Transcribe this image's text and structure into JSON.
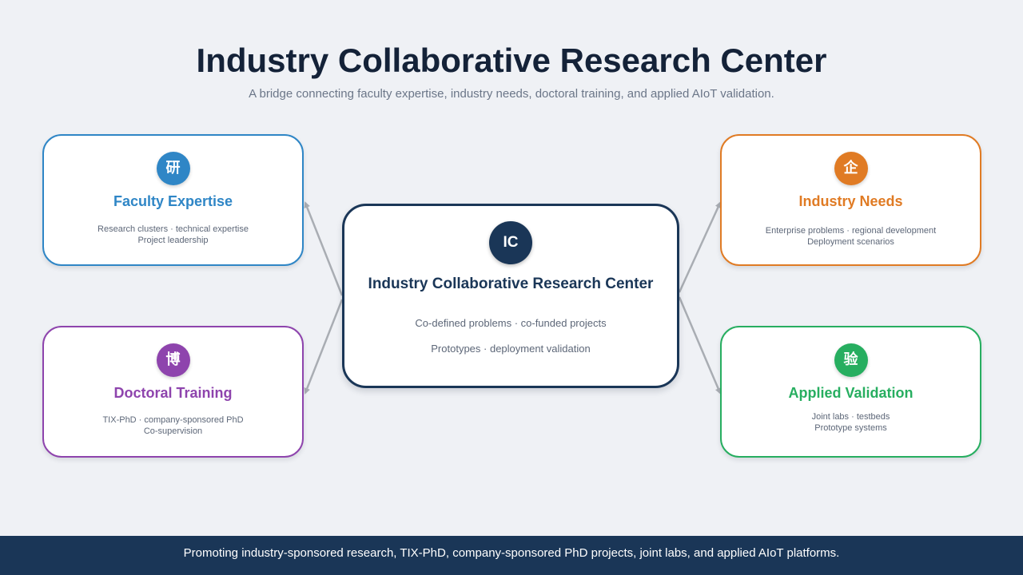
{
  "header": {
    "title": "Industry Collaborative Research Center",
    "subtitle": "A bridge connecting faculty expertise,  industry needs,  doctoral training, and applied AIoT validation."
  },
  "center": {
    "badge": "IC",
    "title": "Industry Collaborative Research Center",
    "line1": "Co-defined problems · co-funded projects",
    "line2": "Prototypes · deployment validation",
    "color": "#1a3657"
  },
  "cards": {
    "faculty": {
      "badge": "研",
      "title": "Faculty Expertise",
      "line1": "Research  clusters · technical  expertise",
      "line2": "Project  leadership",
      "color": "#2f86c6"
    },
    "industry": {
      "badge": "企",
      "title": "Industry Needs",
      "line1": "Enterprise  problems · regional  development",
      "line2": "Deployment  scenarios",
      "color": "#e07b24"
    },
    "doctoral": {
      "badge": "博",
      "title": "Doctoral Training",
      "line1": "TIX-PhD  · company-sponsored  PhD",
      "line2": "Co-supervision",
      "color": "#8e44ad"
    },
    "applied": {
      "badge": "验",
      "title": "Applied Validation",
      "line1": "Joint labs · testbeds",
      "line2": "Prototype  systems",
      "color": "#27ae60"
    }
  },
  "footer": {
    "text": "Promoting industry-sponsored research, TIX-PhD, company-sponsored PhD projects, joint labs, and applied AIoT platforms."
  }
}
